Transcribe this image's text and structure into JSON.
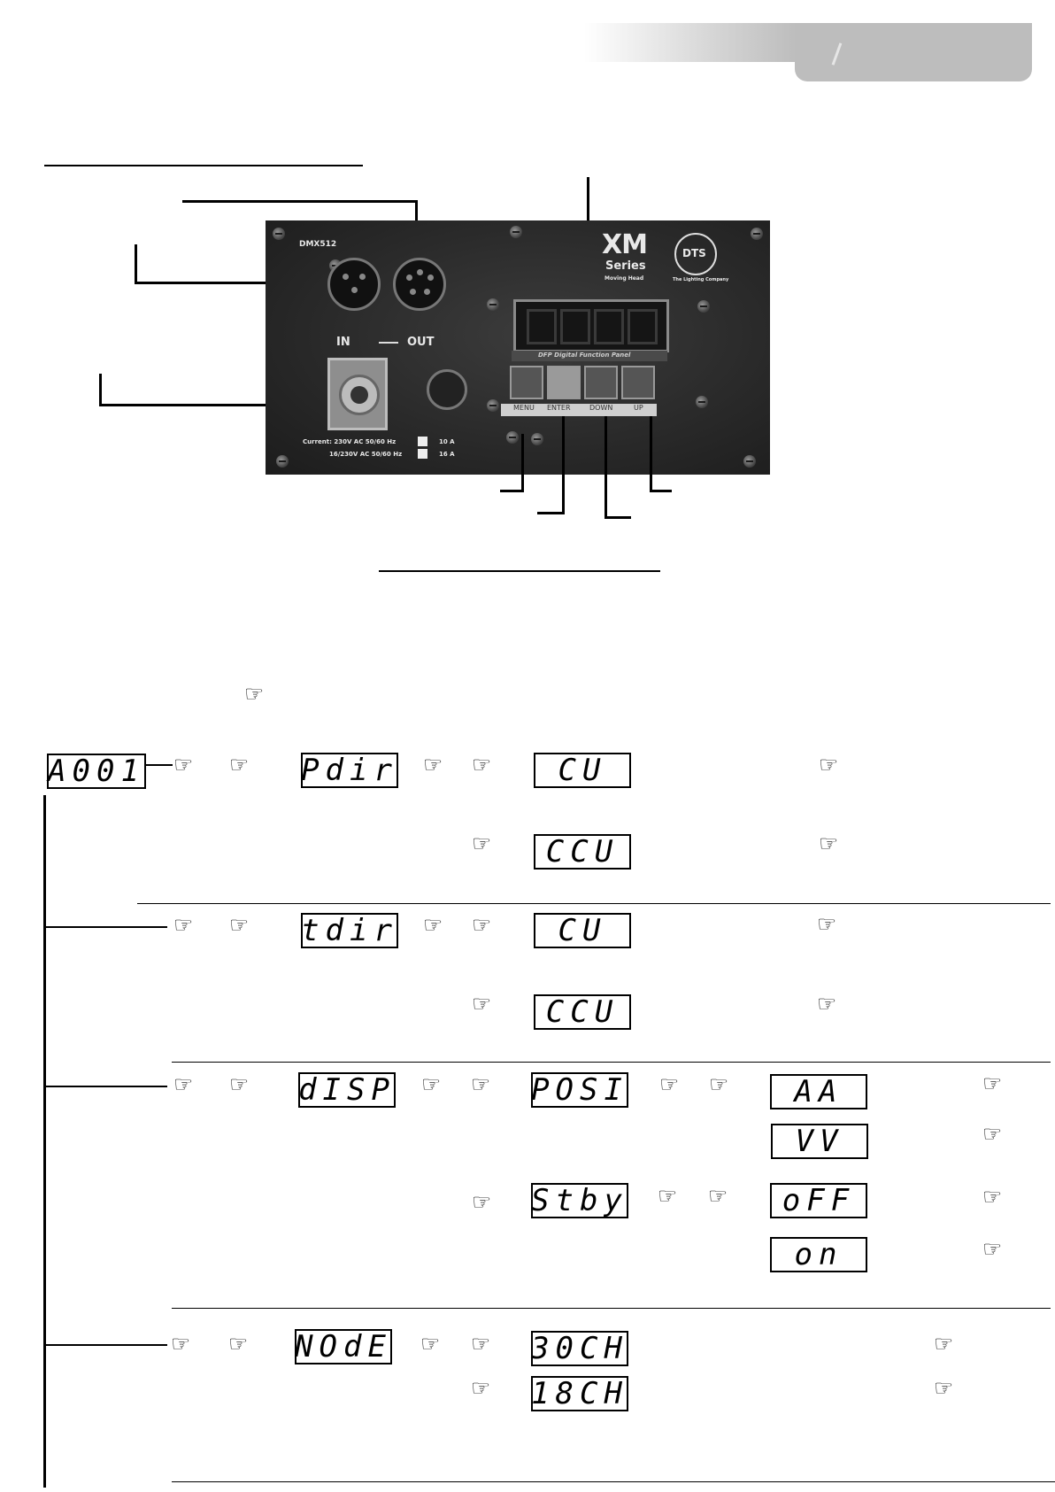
{
  "header": {
    "tab_text": ""
  },
  "connection_panel": {
    "ports": {
      "dmx": "DMX512",
      "in": "IN",
      "out": "OUT"
    },
    "brand": {
      "xm": "XM",
      "series": "Series",
      "moving_head": "Moving Head",
      "dts": "DTS",
      "tagline": "The Lighting Company"
    },
    "dfp_label": "DFP Digital Function Panel",
    "buttons": [
      "MENU",
      "ENTER",
      "DOWN",
      "UP"
    ],
    "power_spec": {
      "line1": "Current: 230V AC 50/60 Hz",
      "line2": "16/230V AC 50/60 Hz",
      "fuse1": "10 A",
      "fuse2": "16 A"
    }
  },
  "menu": {
    "pointer_icon": "pointing-hand-icon",
    "root": "A001",
    "rows": {
      "pdir": "Pdir",
      "pdir_cw": "CU",
      "pdir_ccw": "CCU",
      "tdir": "tdir",
      "tdir_cw": "CU",
      "tdir_ccw": "CCU",
      "disp": "dISP",
      "posi": "POSI",
      "posi_aa": "AA",
      "posi_vv": "VV",
      "stby": "Stby",
      "stby_off": "oFF",
      "stby_on": "on",
      "mode": "NOdE",
      "mode_30": "30CH",
      "mode_18": "18CH"
    }
  }
}
